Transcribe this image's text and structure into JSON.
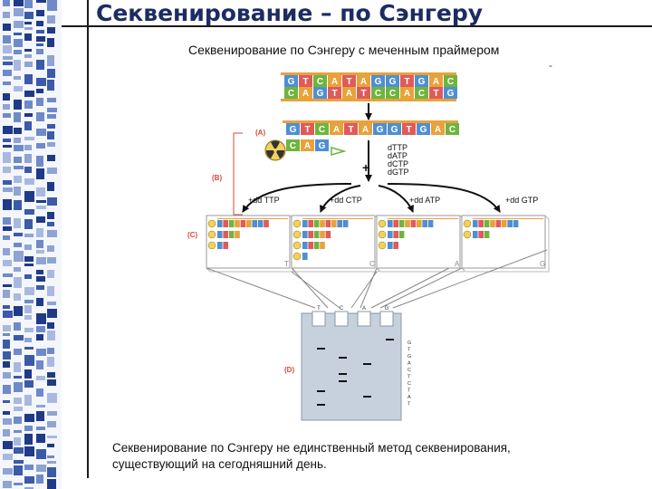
{
  "slide": {
    "title": "Секвенирование – по Сэнгеру",
    "figure_caption": "Секвенирование по Сэнгеру с меченным праймером",
    "footer_lines": [
      "Секвенирование по Сэнгеру не единственный метод секвенирования,",
      "существующий на сегодняшний день."
    ]
  },
  "diagram": {
    "duplex_top": [
      "G",
      "T",
      "C",
      "A",
      "T",
      "A",
      "G",
      "G",
      "T",
      "G",
      "A",
      "C"
    ],
    "duplex_bottom": [
      "C",
      "A",
      "G",
      "T",
      "A",
      "T",
      "C",
      "C",
      "A",
      "C",
      "T",
      "G"
    ],
    "template_strand": [
      "G",
      "T",
      "C",
      "A",
      "T",
      "A",
      "G",
      "G",
      "T",
      "G",
      "A",
      "C"
    ],
    "primer": [
      "C",
      "A",
      "G"
    ],
    "step_labels": [
      "(A)",
      "(B)",
      "(C)",
      "(D)"
    ],
    "dntps": [
      "dTTP",
      "dATP",
      "dCTP",
      "dGTP"
    ],
    "reactions": [
      "+dd TTP",
      "+dd CTP",
      "+dd ATP",
      "+dd GTP"
    ],
    "reaction_terminal_bases": [
      "T",
      "C",
      "A",
      "G"
    ],
    "lanes": [
      "T",
      "C",
      "A",
      "G"
    ],
    "gel_readout": [
      "G",
      "T",
      "G",
      "A",
      "C",
      "T",
      "C",
      "T",
      "A",
      "T"
    ],
    "base_colors": {
      "A": "#e8a23a",
      "T": "#e05a5a",
      "C": "#6fb43e",
      "G": "#4f8fd1"
    }
  }
}
